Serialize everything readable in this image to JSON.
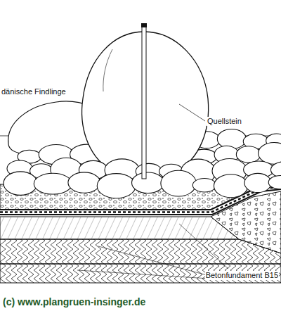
{
  "diagram": {
    "labels": [
      "dänische Findlinge",
      "Quellstein",
      "Betonfundament B15",
      "(c) www.plangruen-insinger.de"
    ]
  }
}
